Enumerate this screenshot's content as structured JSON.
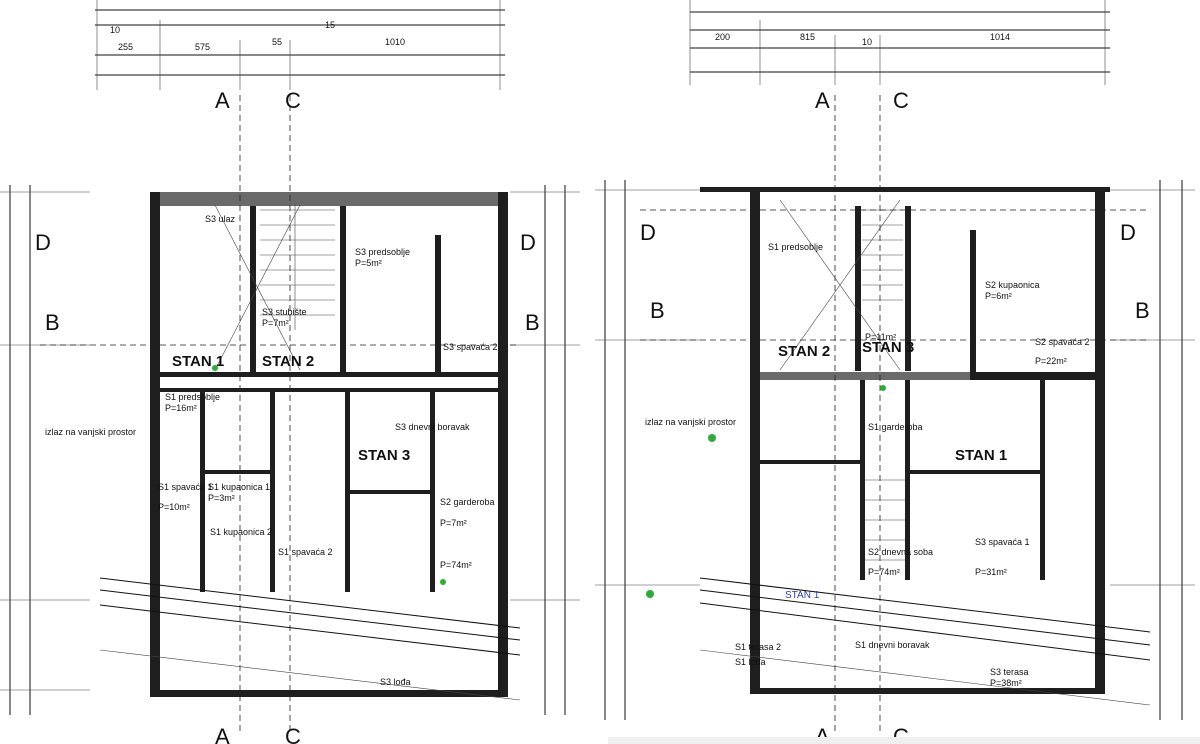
{
  "left_plan": {
    "top_dims": [
      "10",
      "255",
      "575",
      "55",
      "1010",
      "15"
    ],
    "axis_top": [
      "A",
      "C"
    ],
    "axis_bottom": [
      "A",
      "C"
    ],
    "axis_side": [
      "D",
      "B"
    ],
    "units": [
      "STAN 1",
      "STAN 2",
      "STAN 3"
    ],
    "rooms": [
      {
        "name": "S3 ulaz"
      },
      {
        "name": "S3 predsoblje",
        "area": "P=5m²"
      },
      {
        "name": "S3 stubište",
        "area": "P=7m²"
      },
      {
        "name": "S3 spavaća 2"
      },
      {
        "name": "S1 predsoblje",
        "area": "P=16m²"
      },
      {
        "name": "S1 spavaća 1",
        "area": "P=10m²"
      },
      {
        "name": "S1 kupaonica 1",
        "area": "P=3m²"
      },
      {
        "name": "S1 kupaonica 2"
      },
      {
        "name": "S2 garderoba",
        "area": "P=7m²"
      },
      {
        "name": "S3 dnevni boravak",
        "area": "P=74m²"
      },
      {
        "name": "S1 spavaća 2"
      },
      {
        "name": "S3 lođa"
      }
    ],
    "side_note": "izlaz na vanjski prostor"
  },
  "right_plan": {
    "top_dims": [
      "200",
      "815",
      "10",
      "1014"
    ],
    "axis_top": [
      "A",
      "C"
    ],
    "axis_bottom": [
      "A",
      "C"
    ],
    "axis_side": [
      "D",
      "B"
    ],
    "units": [
      "STAN 2",
      "STAN 3",
      "STAN 1"
    ],
    "rooms": [
      {
        "name": "S1 predsoblje",
        "area": "P=11m²"
      },
      {
        "name": "S2 kupaonica",
        "area": "P=6m²"
      },
      {
        "name": "S2 spavaća 2",
        "area": "P=22m²"
      },
      {
        "name": "S1 garderoba"
      },
      {
        "name": "S3 spavaća 1",
        "area": "P=31m²"
      },
      {
        "name": "S2 dnevna soba",
        "area": "P=74m²"
      },
      {
        "name": "S1 terasa 2"
      },
      {
        "name": "S1 dnevni boravak"
      },
      {
        "name": "S1 lođa"
      },
      {
        "name": "S3 terasa",
        "area": "P=38m²"
      }
    ],
    "side_note": "izlaz na vanjski prostor"
  },
  "colors": {
    "ink": "#111111",
    "wall": "#1e1e1e",
    "marker": "#2faa3c",
    "blue": "#2c3fa8"
  }
}
